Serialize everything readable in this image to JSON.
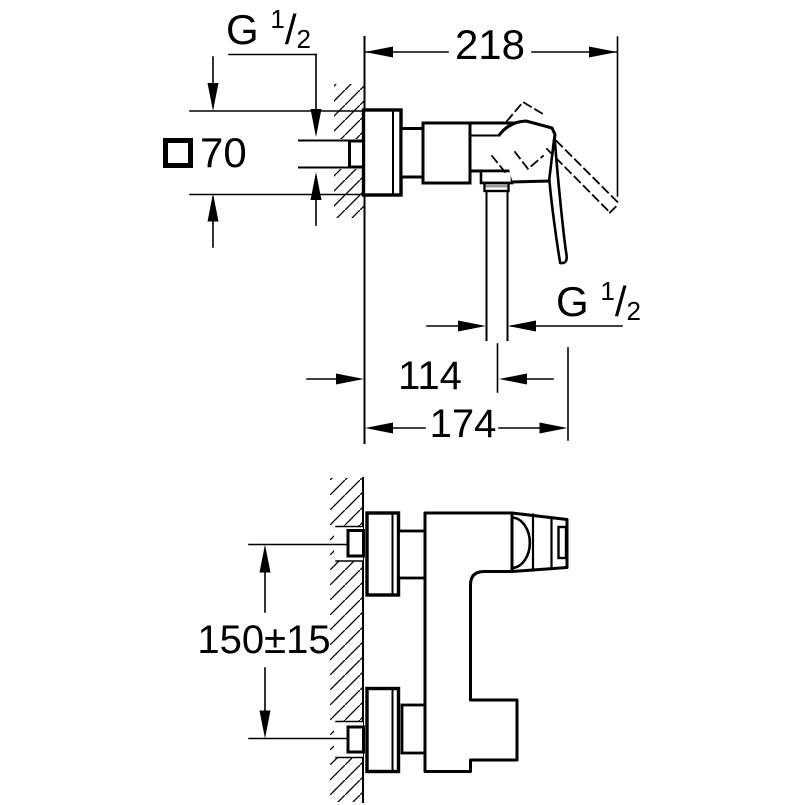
{
  "drawing": {
    "description": "Technical dimension drawing of a wall-mounted single-lever shower mixer, side view (top) and front view (bottom)",
    "colors": {
      "line": "#000000",
      "background": "#ffffff",
      "shade": "#999999"
    },
    "labels": {
      "thread_top": {
        "letter": "G",
        "sup": "1",
        "slash": "/",
        "sub": "2"
      },
      "dim_depth_total": "218",
      "escutcheon_square": "70",
      "dim_outlet_offset": "114",
      "dim_body_depth": "174",
      "thread_outlet": {
        "letter": "G",
        "sup": "1",
        "slash": "/",
        "sub": "2"
      },
      "dim_inlet_spacing": "150±15"
    }
  }
}
